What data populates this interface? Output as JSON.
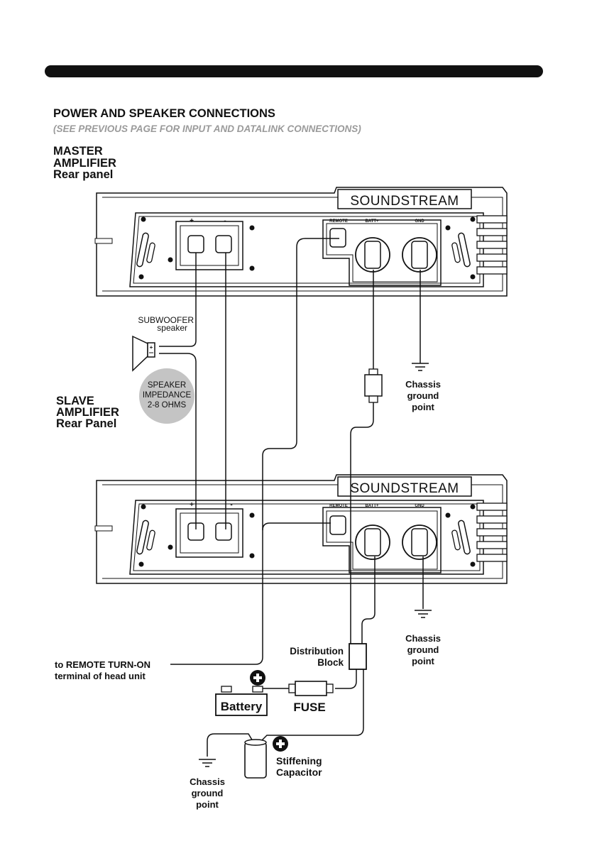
{
  "header": {
    "title": "POWER AND SPEAKER CONNECTIONS",
    "subtitle": "(SEE PREVIOUS PAGE FOR INPUT AND DATALINK CONNECTIONS)"
  },
  "master": {
    "label_line1": "MASTER",
    "label_line2": "AMPLIFIER",
    "label_line3": "Rear panel"
  },
  "slave": {
    "label_line1": "SLAVE",
    "label_line2": "AMPLIFIER",
    "label_line3": "Rear Panel"
  },
  "amp": {
    "brand": "SOUNDSTREAM",
    "plus": "+",
    "minus": "-",
    "remote": "REMOTE",
    "batt": "BATT+",
    "gnd": "GND"
  },
  "subwoofer": {
    "line1": "SUBWOOFER",
    "line2": "speaker",
    "plus": "+"
  },
  "impedance": {
    "line1": "SPEAKER",
    "line2": "IMPEDANCE",
    "line3": "2-8 OHMS"
  },
  "ground": {
    "line1": "Chassis",
    "line2": "ground",
    "line3": "point"
  },
  "distribution": {
    "line1": "Distribution",
    "line2": "Block"
  },
  "remote_turn_on": {
    "line1": "to REMOTE TURN-ON",
    "line2": "terminal of head unit"
  },
  "battery": {
    "label": "Battery",
    "plus": "+"
  },
  "fuse": {
    "label": "FUSE"
  },
  "capacitor": {
    "line1": "Stiffening",
    "line2": "Capacitor",
    "plus": "+"
  },
  "colors": {
    "ink": "#111111",
    "badge_gray": "#c4c4c4",
    "header_bar": "#111111"
  }
}
